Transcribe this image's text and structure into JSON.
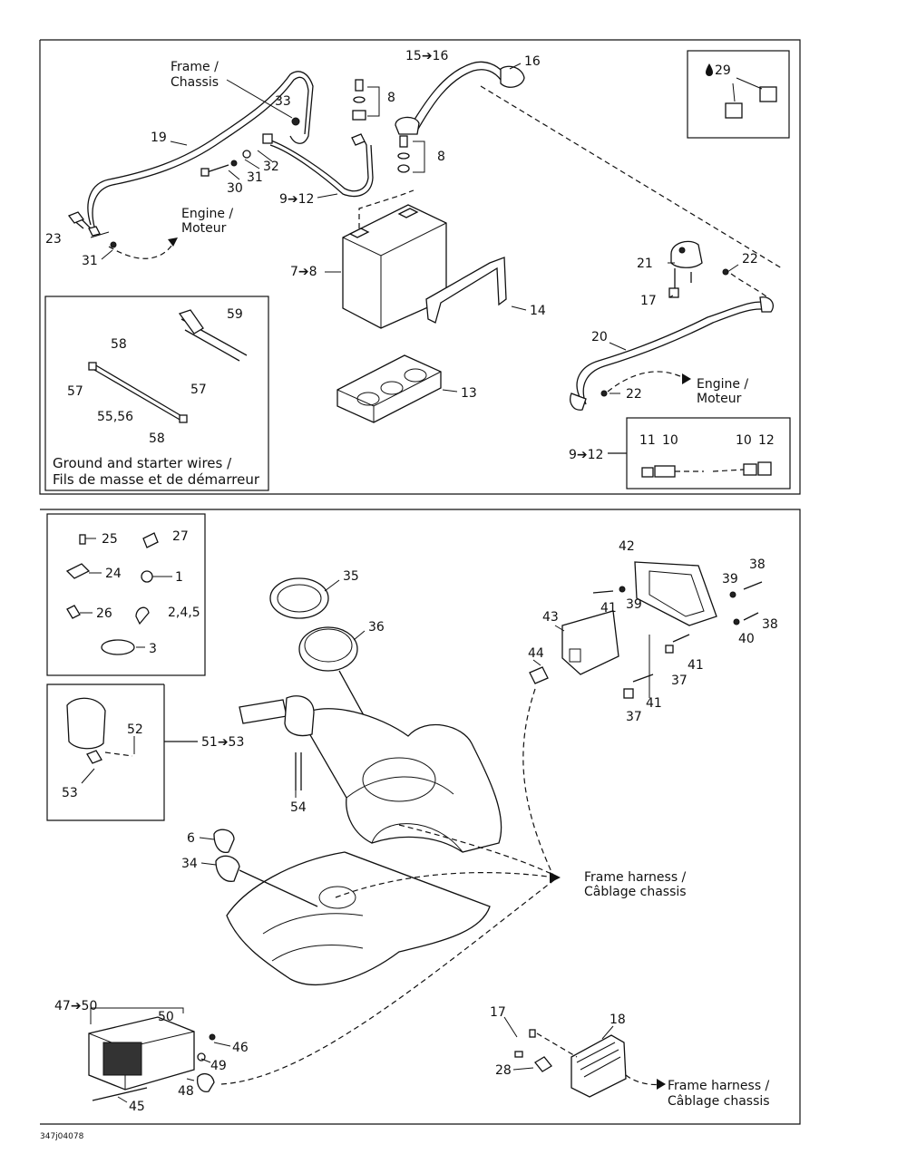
{
  "labels": {
    "frame_chassis_1": "Frame /",
    "frame_chassis_2": "Chassis",
    "engine_moteur_1a": "Engine /",
    "engine_moteur_1b": "Moteur",
    "engine_moteur_2a": "Engine /",
    "engine_moteur_2b": "Moteur",
    "ground_box_1": "Ground and starter wires /",
    "ground_box_2": "Fils de masse et de démarreur",
    "frame_harness_1a": "Frame harness /",
    "frame_harness_1b": "Câblage chassis",
    "frame_harness_2a": "Frame harness /",
    "frame_harness_2b": "Câblage chassis",
    "footer_code": "347j04078"
  },
  "parts": {
    "p15_16": "15➔16",
    "p16": "16",
    "p8a": "8",
    "p8b": "8",
    "p33": "33",
    "p19": "19",
    "p32": "32",
    "p31a": "31",
    "p30": "30",
    "p9_12a": "9➔12",
    "p23": "23",
    "p31b": "31",
    "p29": "29",
    "p21": "21",
    "p22a": "22",
    "p17a": "17",
    "p7_8": "7➔8",
    "p14": "14",
    "p13": "13",
    "p20": "20",
    "p22b": "22",
    "p59": "59",
    "p58a": "58",
    "p57a": "57",
    "p57b": "57",
    "p55_56": "55,56",
    "p58b": "58",
    "p9_12b": "9➔12",
    "p11": "11",
    "p10a": "10",
    "p10b": "10",
    "p12": "12",
    "p25": "25",
    "p27": "27",
    "p24": "24",
    "p1": "1",
    "p26": "26",
    "p2_4_5": "2,4,5",
    "p3": "3",
    "p35": "35",
    "p36": "36",
    "p42": "42",
    "p38a": "38",
    "p39a": "39",
    "p41a": "41",
    "p39b": "39",
    "p43": "43",
    "p38b": "38",
    "p40": "40",
    "p44": "44",
    "p41b": "41",
    "p37a": "37",
    "p41c": "41",
    "p37b": "37",
    "p52": "52",
    "p51_53": "51➔53",
    "p53": "53",
    "p54": "54",
    "p6": "6",
    "p34": "34",
    "p47_50": "47➔50",
    "p50": "50",
    "p46": "46",
    "p49": "49",
    "p48": "48",
    "p45": "45",
    "p17b": "17",
    "p18": "18",
    "p28": "28"
  }
}
